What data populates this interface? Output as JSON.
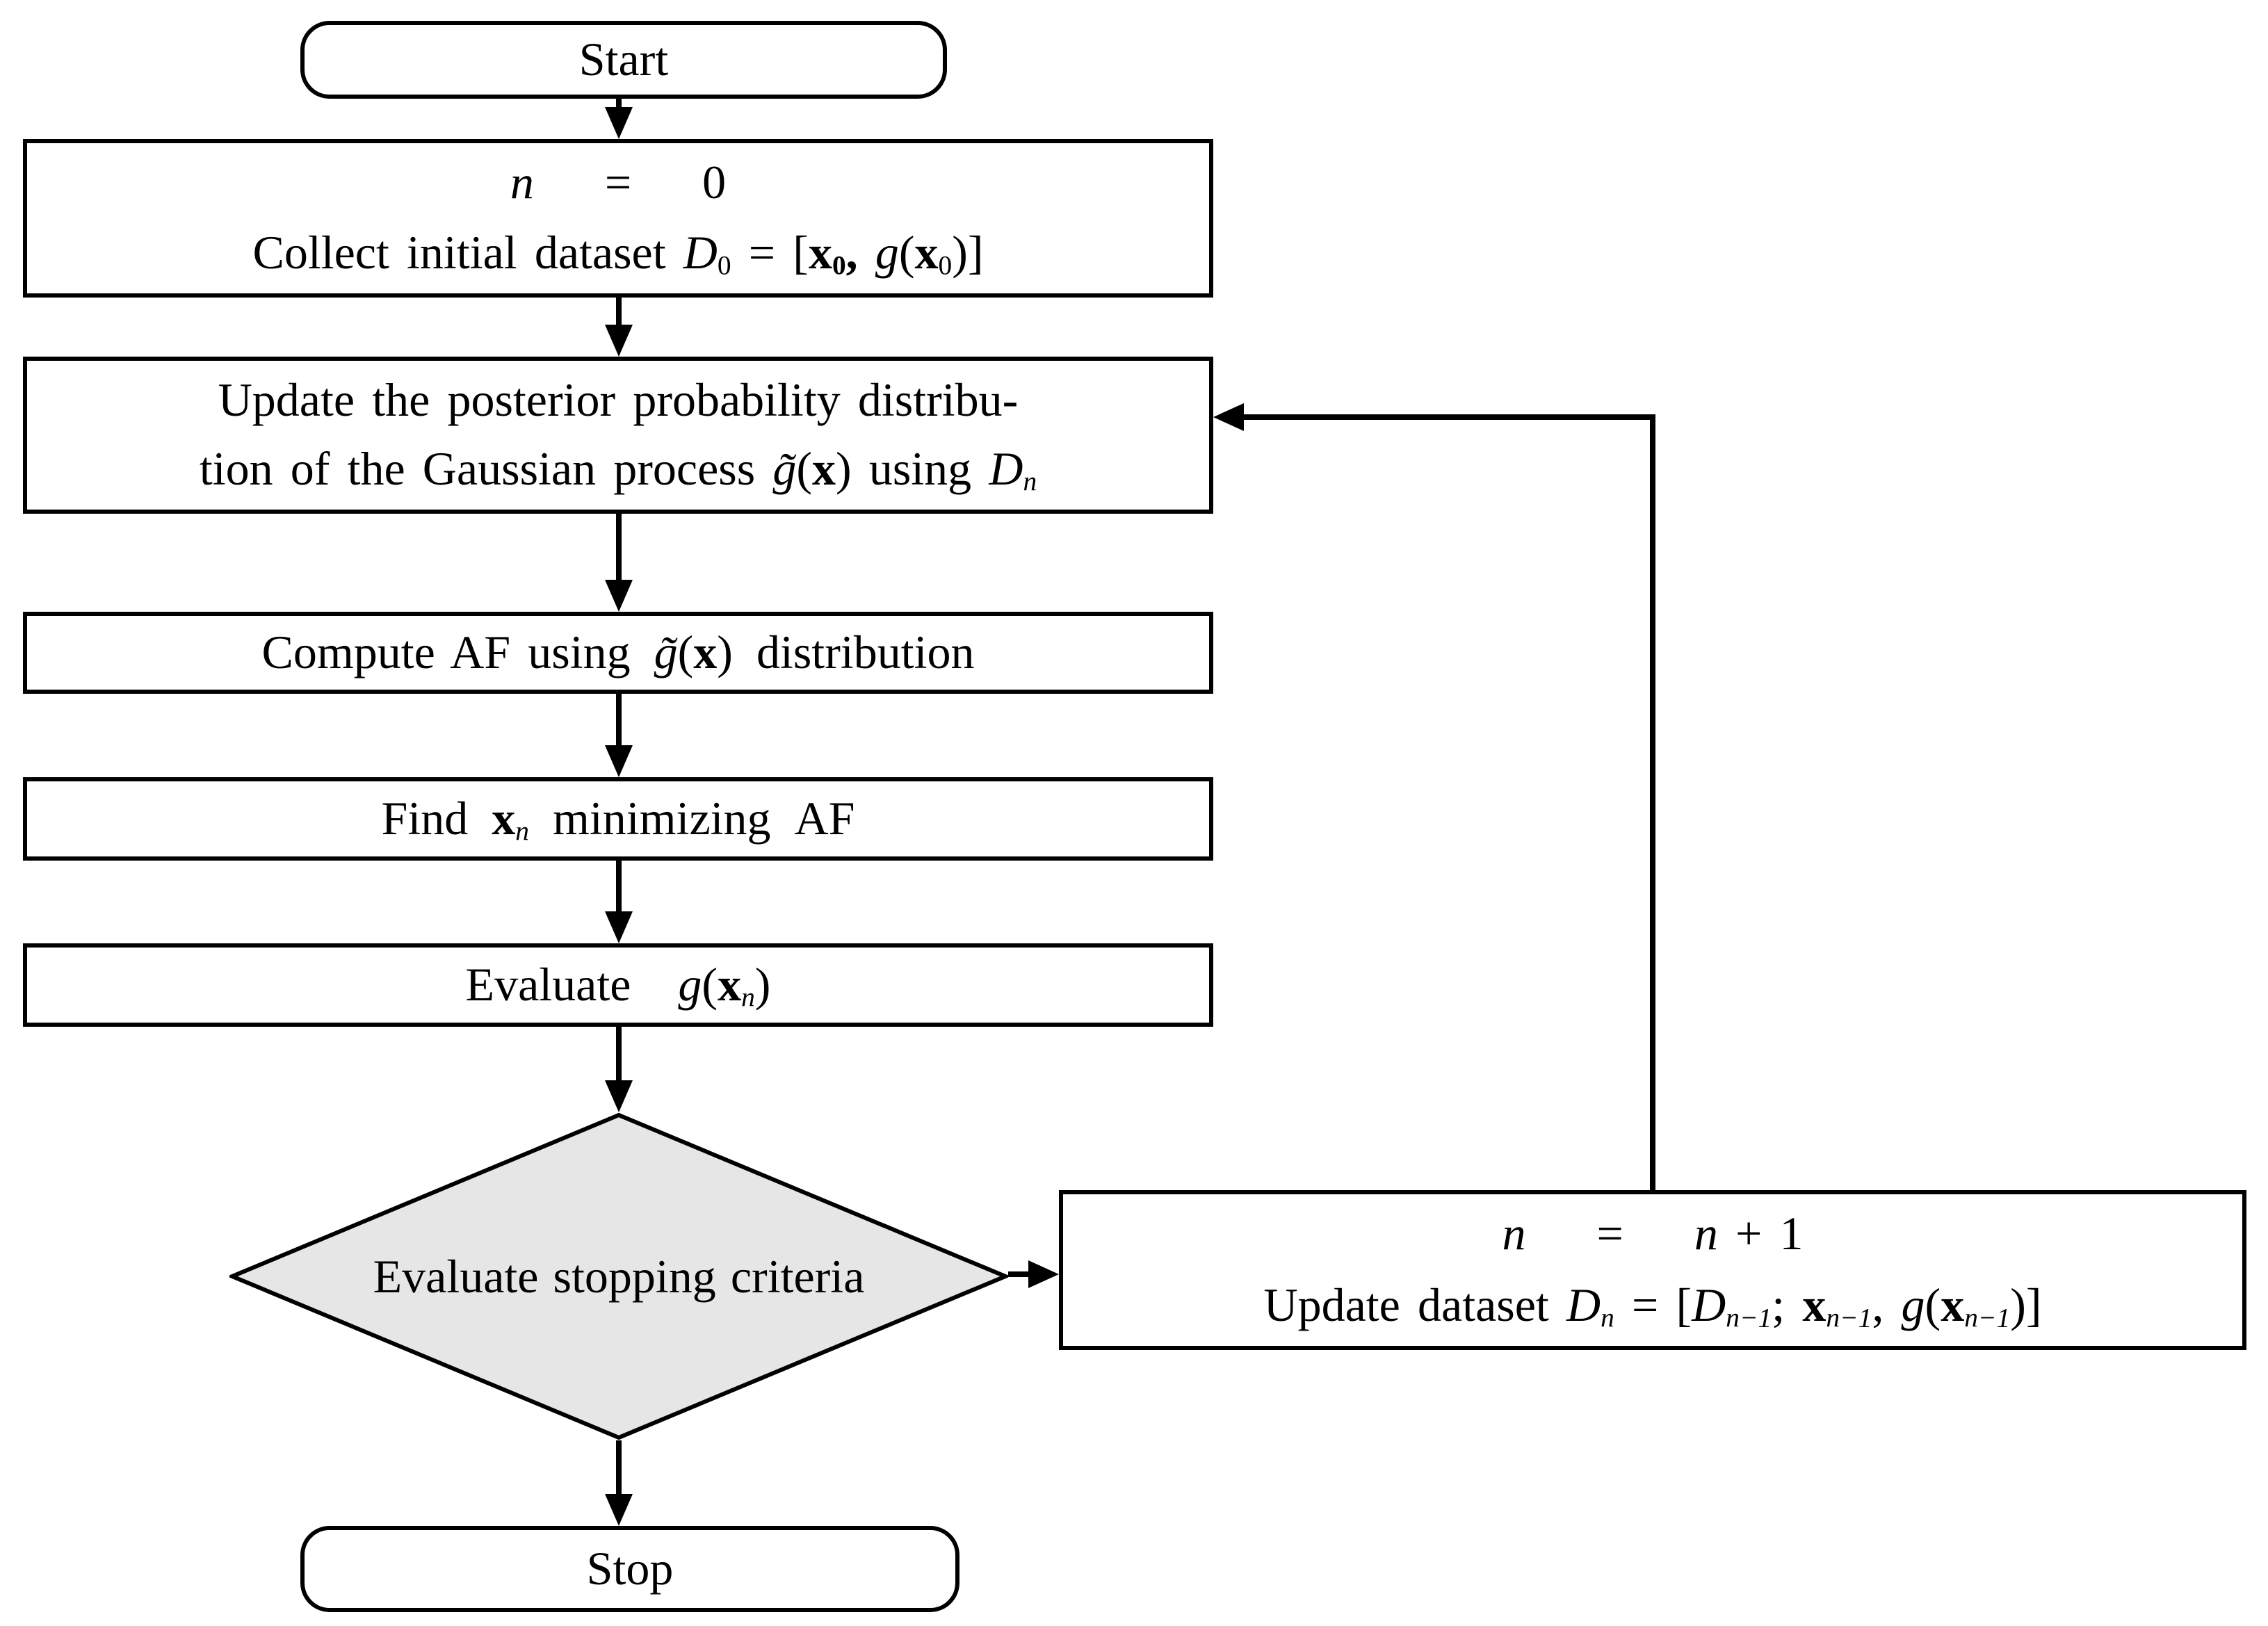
{
  "colors": {
    "background": "#ffffff",
    "line": "#000000",
    "diamond_fill": "#e6e6e6"
  },
  "nodes": {
    "start": {
      "label": "Start"
    },
    "init": {
      "line1": [
        {
          "t": "n",
          "s": "it"
        },
        {
          "t": "  =  "
        },
        {
          "t": "0"
        }
      ],
      "line2": [
        {
          "t": "Collect initial dataset "
        },
        {
          "t": "D",
          "s": "it"
        },
        {
          "t": "0",
          "s": "sub"
        },
        {
          "t": " = ["
        },
        {
          "t": "x",
          "s": "b"
        },
        {
          "t": "0",
          "s": "b sub"
        },
        {
          "t": ", ",
          "s": "b"
        },
        {
          "t": "g",
          "s": "it"
        },
        {
          "t": "("
        },
        {
          "t": "x",
          "s": "b"
        },
        {
          "t": "0",
          "s": "sub"
        },
        {
          "t": ")]"
        }
      ]
    },
    "update_posterior": {
      "line1": [
        {
          "t": "Update the posterior probability distribu-"
        }
      ],
      "line2": [
        {
          "t": "tion of the Gaussian process "
        },
        {
          "t": "g̃",
          "s": "it"
        },
        {
          "t": "("
        },
        {
          "t": "x",
          "s": "b"
        },
        {
          "t": ") using "
        },
        {
          "t": "D",
          "s": "it"
        },
        {
          "t": "n",
          "s": "it sub"
        }
      ]
    },
    "compute_af": {
      "line": [
        {
          "t": "Compute AF using "
        },
        {
          "t": "g̃",
          "s": "it"
        },
        {
          "t": "("
        },
        {
          "t": "x",
          "s": "b"
        },
        {
          "t": ") distribution"
        }
      ]
    },
    "find_min": {
      "line": [
        {
          "t": "Find "
        },
        {
          "t": "x",
          "s": "b"
        },
        {
          "t": "n",
          "s": "it sub"
        },
        {
          "t": " minimizing AF"
        }
      ]
    },
    "evaluate": {
      "line": [
        {
          "t": "Evaluate  "
        },
        {
          "t": "g",
          "s": "it"
        },
        {
          "t": "("
        },
        {
          "t": "x",
          "s": "b"
        },
        {
          "t": "n",
          "s": "it sub"
        },
        {
          "t": ")"
        }
      ]
    },
    "stopping": {
      "label": "Evaluate stopping criteria"
    },
    "increment": {
      "line1": [
        {
          "t": "n",
          "s": "it"
        },
        {
          "t": "  =  "
        },
        {
          "t": "n",
          "s": "it"
        },
        {
          "t": " + 1"
        }
      ],
      "line2": [
        {
          "t": "Update dataset "
        },
        {
          "t": "D",
          "s": "it"
        },
        {
          "t": "n",
          "s": "it sub"
        },
        {
          "t": " = ["
        },
        {
          "t": "D",
          "s": "it"
        },
        {
          "t": "n−1",
          "s": "it sub"
        },
        {
          "t": "; "
        },
        {
          "t": "x",
          "s": "b"
        },
        {
          "t": "n−1",
          "s": "it sub"
        },
        {
          "t": ", "
        },
        {
          "t": "g",
          "s": "it"
        },
        {
          "t": "("
        },
        {
          "t": "x",
          "s": "b"
        },
        {
          "t": "n−1",
          "s": "it sub"
        },
        {
          "t": ")]"
        }
      ]
    },
    "stop": {
      "label": "Stop"
    }
  }
}
